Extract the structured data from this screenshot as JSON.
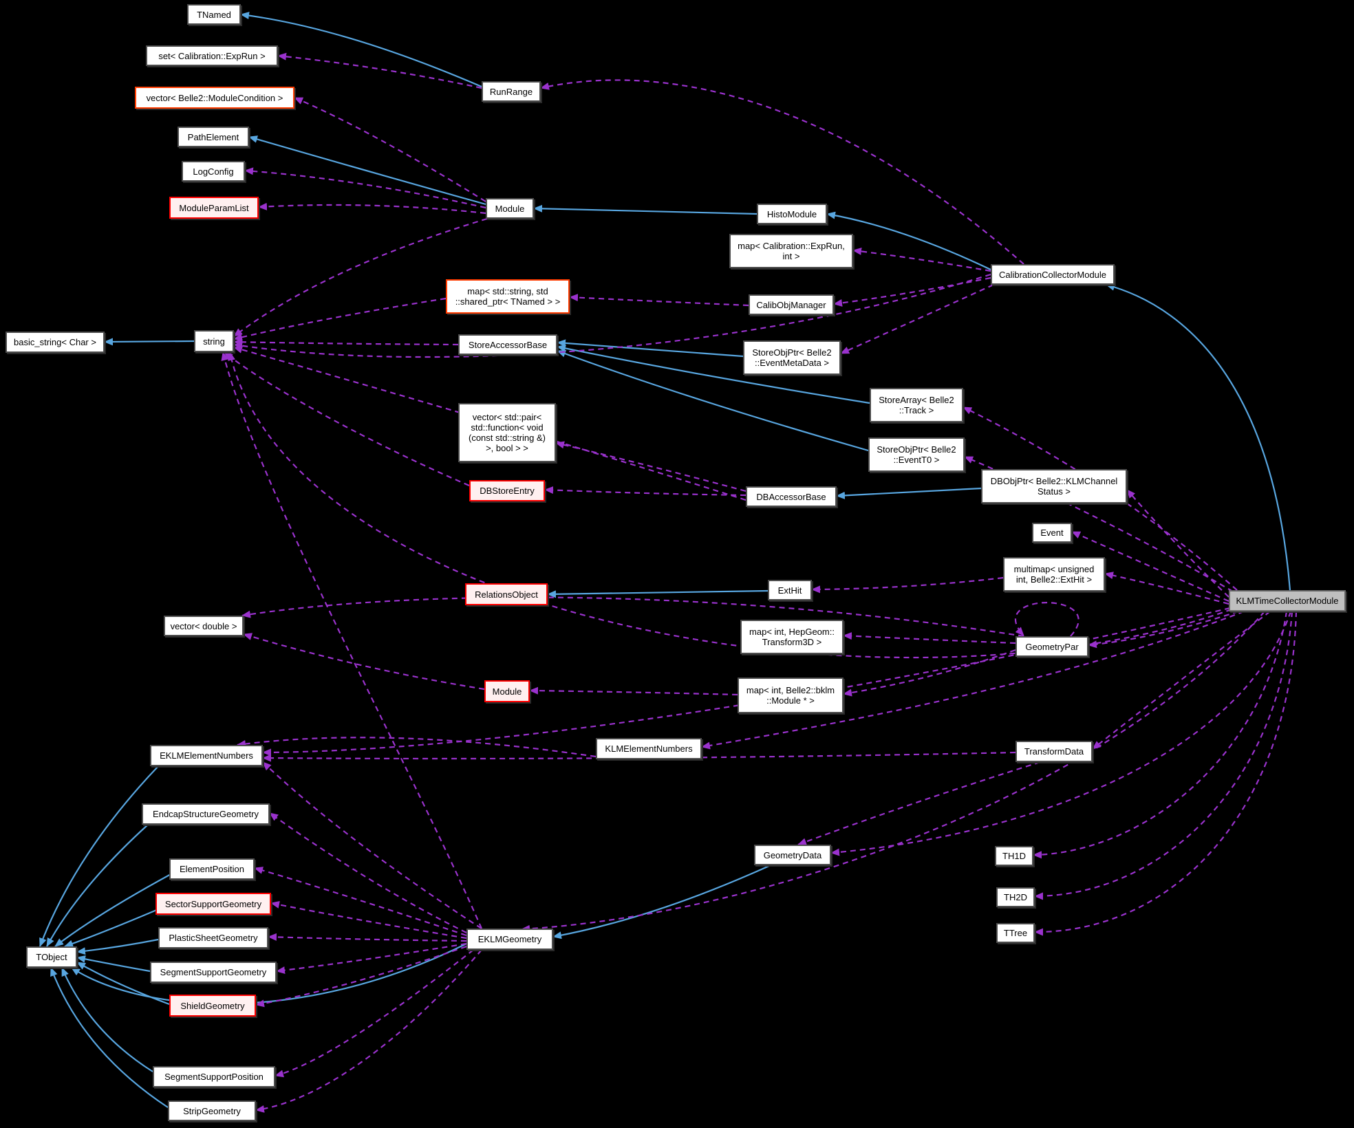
{
  "diagram": {
    "type": "collaboration-graph",
    "colors": {
      "background": "#000000",
      "inheritance_edge": "#58a6e0",
      "usage_edge": "#9a32cd",
      "node_fill": "#ffffff",
      "node_border": "#4d4d4d",
      "highlight_fill": "#bfbfbf",
      "red_border": "#ff0000",
      "red_fill": "#fff0f0",
      "orange_border": "#ff3c00"
    },
    "nodes": [
      {
        "id": "tnamed",
        "label": "TNamed",
        "style": "normal"
      },
      {
        "id": "setExpRun",
        "label": "set< Calibration::ExpRun >",
        "style": "normal"
      },
      {
        "id": "vecModCond",
        "label": "vector< Belle2::ModuleCondition >",
        "style": "orange"
      },
      {
        "id": "pathElement",
        "label": "PathElement",
        "style": "normal"
      },
      {
        "id": "logConfig",
        "label": "LogConfig",
        "style": "normal"
      },
      {
        "id": "moduleParamList",
        "label": "ModuleParamList",
        "style": "red"
      },
      {
        "id": "runRange",
        "label": "RunRange",
        "style": "normal"
      },
      {
        "id": "module",
        "label": "Module",
        "style": "normal"
      },
      {
        "id": "histoModule",
        "label": "HistoModule",
        "style": "normal"
      },
      {
        "id": "calibCollector",
        "label": "CalibrationCollectorModule",
        "style": "normal"
      },
      {
        "id": "mapExpRunInt",
        "label": "map< Calibration::ExpRun,\nint >",
        "style": "normal"
      },
      {
        "id": "calibObjManager",
        "label": "CalibObjManager",
        "style": "normal"
      },
      {
        "id": "mapStringShared",
        "label": "map< std::string, std\n::shared_ptr< TNamed > >",
        "style": "orange"
      },
      {
        "id": "storeAccessorBase",
        "label": "StoreAccessorBase",
        "style": "normal"
      },
      {
        "id": "storeObjPtrEMD",
        "label": "StoreObjPtr< Belle2\n::EventMetaData >",
        "style": "normal"
      },
      {
        "id": "storeArrayTrack",
        "label": "StoreArray< Belle2\n::Track >",
        "style": "normal"
      },
      {
        "id": "storeObjPtrET0",
        "label": "StoreObjPtr< Belle2\n::EventT0 >",
        "style": "normal"
      },
      {
        "id": "basicString",
        "label": "basic_string< Char >",
        "style": "normal"
      },
      {
        "id": "string",
        "label": "string",
        "style": "normal"
      },
      {
        "id": "vecPairFunc",
        "label": "vector< std::pair<\nstd::function< void\n(const std::string &)\n>, bool > >",
        "style": "normal"
      },
      {
        "id": "dbStoreEntry",
        "label": "DBStoreEntry",
        "style": "red"
      },
      {
        "id": "dbAccessorBase",
        "label": "DBAccessorBase",
        "style": "normal"
      },
      {
        "id": "dbObjPtrKLM",
        "label": "DBObjPtr< Belle2::KLMChannel\nStatus >",
        "style": "normal"
      },
      {
        "id": "event",
        "label": "Event",
        "style": "normal"
      },
      {
        "id": "relationsObject",
        "label": "RelationsObject",
        "style": "red"
      },
      {
        "id": "extHit",
        "label": "ExtHit",
        "style": "normal"
      },
      {
        "id": "multimapExtHit",
        "label": "multimap< unsigned\nint, Belle2::ExtHit >",
        "style": "normal"
      },
      {
        "id": "klmTimeCollector",
        "label": "KLMTimeCollectorModule",
        "style": "highlight"
      },
      {
        "id": "geometryPar",
        "label": "GeometryPar",
        "style": "normal"
      },
      {
        "id": "vecDouble",
        "label": "vector< double >",
        "style": "normal"
      },
      {
        "id": "bklmModule",
        "label": "Module",
        "style": "red"
      },
      {
        "id": "mapHepGeom",
        "label": "map< int, HepGeom::\nTransform3D >",
        "style": "normal"
      },
      {
        "id": "mapBklmModule",
        "label": "map< int, Belle2::bklm\n::Module * >",
        "style": "normal"
      },
      {
        "id": "klmElementNumbers",
        "label": "KLMElementNumbers",
        "style": "normal"
      },
      {
        "id": "eklmElementNumbers",
        "label": "EKLMElementNumbers",
        "style": "normal"
      },
      {
        "id": "transformData",
        "label": "TransformData",
        "style": "normal"
      },
      {
        "id": "endcapStructure",
        "label": "EndcapStructureGeometry",
        "style": "normal"
      },
      {
        "id": "elementPosition",
        "label": "ElementPosition",
        "style": "normal"
      },
      {
        "id": "sectorSupport",
        "label": "SectorSupportGeometry",
        "style": "red"
      },
      {
        "id": "plasticSheet",
        "label": "PlasticSheetGeometry",
        "style": "normal"
      },
      {
        "id": "segmentSupportGeom",
        "label": "SegmentSupportGeometry",
        "style": "normal"
      },
      {
        "id": "shieldGeometry",
        "label": "ShieldGeometry",
        "style": "red"
      },
      {
        "id": "tobject",
        "label": "TObject",
        "style": "normal"
      },
      {
        "id": "segmentSupportPos",
        "label": "SegmentSupportPosition",
        "style": "normal"
      },
      {
        "id": "stripGeometry",
        "label": "StripGeometry",
        "style": "normal"
      },
      {
        "id": "eklmGeometry",
        "label": "EKLMGeometry",
        "style": "normal"
      },
      {
        "id": "geometryData",
        "label": "GeometryData",
        "style": "normal"
      },
      {
        "id": "th1d",
        "label": "TH1D",
        "style": "normal"
      },
      {
        "id": "th2d",
        "label": "TH2D",
        "style": "normal"
      },
      {
        "id": "ttree",
        "label": "TTree",
        "style": "normal"
      }
    ],
    "edges": [
      {
        "from": "runRange",
        "to": "tnamed",
        "rel": "inherit"
      },
      {
        "from": "module",
        "to": "pathElement",
        "rel": "inherit"
      },
      {
        "from": "histoModule",
        "to": "module",
        "rel": "inherit"
      },
      {
        "from": "calibCollector",
        "to": "histoModule",
        "rel": "inherit"
      },
      {
        "from": "klmTimeCollector",
        "to": "calibCollector",
        "rel": "inherit"
      },
      {
        "from": "string",
        "to": "basicString",
        "rel": "inherit"
      },
      {
        "from": "storeObjPtrEMD",
        "to": "storeAccessorBase",
        "rel": "inherit"
      },
      {
        "from": "storeArrayTrack",
        "to": "storeAccessorBase",
        "rel": "inherit"
      },
      {
        "from": "storeObjPtrET0",
        "to": "storeAccessorBase",
        "rel": "inherit"
      },
      {
        "from": "dbObjPtrKLM",
        "to": "dbAccessorBase",
        "rel": "inherit"
      },
      {
        "from": "extHit",
        "to": "relationsObject",
        "rel": "inherit"
      },
      {
        "from": "geometryData",
        "to": "eklmGeometry",
        "rel": "inherit"
      },
      {
        "from": "eklmElementNumbers",
        "to": "tobject",
        "rel": "inherit"
      },
      {
        "from": "endcapStructure",
        "to": "tobject",
        "rel": "inherit"
      },
      {
        "from": "elementPosition",
        "to": "tobject",
        "rel": "inherit"
      },
      {
        "from": "sectorSupport",
        "to": "tobject",
        "rel": "inherit"
      },
      {
        "from": "plasticSheet",
        "to": "tobject",
        "rel": "inherit"
      },
      {
        "from": "segmentSupportGeom",
        "to": "tobject",
        "rel": "inherit"
      },
      {
        "from": "shieldGeometry",
        "to": "tobject",
        "rel": "inherit"
      },
      {
        "from": "segmentSupportPos",
        "to": "tobject",
        "rel": "inherit"
      },
      {
        "from": "stripGeometry",
        "to": "tobject",
        "rel": "inherit"
      },
      {
        "from": "eklmGeometry",
        "to": "tobject",
        "rel": "inherit"
      },
      {
        "from": "runRange",
        "to": "setExpRun",
        "rel": "use"
      },
      {
        "from": "module",
        "to": "vecModCond",
        "rel": "use"
      },
      {
        "from": "calibCollector",
        "to": "runRange",
        "rel": "use"
      },
      {
        "from": "module",
        "to": "logConfig",
        "rel": "use"
      },
      {
        "from": "module",
        "to": "moduleParamList",
        "rel": "use"
      },
      {
        "from": "module",
        "to": "string",
        "rel": "use"
      },
      {
        "from": "mapStringShared",
        "to": "string",
        "rel": "use"
      },
      {
        "from": "storeAccessorBase",
        "to": "string",
        "rel": "use"
      },
      {
        "from": "calibObjManager",
        "to": "mapStringShared",
        "rel": "use"
      },
      {
        "from": "calibCollector",
        "to": "mapExpRunInt",
        "rel": "use"
      },
      {
        "from": "calibCollector",
        "to": "calibObjManager",
        "rel": "use"
      },
      {
        "from": "calibCollector",
        "to": "storeObjPtrEMD",
        "rel": "use"
      },
      {
        "from": "calibCollector",
        "to": "string",
        "rel": "use"
      },
      {
        "from": "klmTimeCollector",
        "to": "storeArrayTrack",
        "rel": "use"
      },
      {
        "from": "klmTimeCollector",
        "to": "storeObjPtrET0",
        "rel": "use"
      },
      {
        "from": "klmTimeCollector",
        "to": "dbObjPtrKLM",
        "rel": "use"
      },
      {
        "from": "klmTimeCollector",
        "to": "event",
        "rel": "use"
      },
      {
        "from": "klmTimeCollector",
        "to": "multimapExtHit",
        "rel": "use"
      },
      {
        "from": "multimapExtHit",
        "to": "extHit",
        "rel": "use"
      },
      {
        "from": "klmTimeCollector",
        "to": "geometryPar",
        "rel": "use"
      },
      {
        "from": "geometryPar",
        "to": "geometryPar",
        "rel": "use"
      },
      {
        "from": "geometryPar",
        "to": "mapHepGeom",
        "rel": "use"
      },
      {
        "from": "geometryPar",
        "to": "mapBklmModule",
        "rel": "use"
      },
      {
        "from": "geometryPar",
        "to": "vecDouble",
        "rel": "use"
      },
      {
        "from": "bklmModule",
        "to": "vecDouble",
        "rel": "use"
      },
      {
        "from": "mapBklmModule",
        "to": "bklmModule",
        "rel": "use"
      },
      {
        "from": "klmTimeCollector",
        "to": "klmElementNumbers",
        "rel": "use"
      },
      {
        "from": "klmTimeCollector",
        "to": "eklmElementNumbers",
        "rel": "use"
      },
      {
        "from": "transformData",
        "to": "eklmElementNumbers",
        "rel": "use"
      },
      {
        "from": "klmElementNumbers",
        "to": "eklmElementNumbers",
        "rel": "use"
      },
      {
        "from": "eklmGeometry",
        "to": "eklmElementNumbers",
        "rel": "use"
      },
      {
        "from": "klmTimeCollector",
        "to": "transformData",
        "rel": "use"
      },
      {
        "from": "transformData",
        "to": "geometryData",
        "rel": "use"
      },
      {
        "from": "klmTimeCollector",
        "to": "geometryData",
        "rel": "use"
      },
      {
        "from": "klmTimeCollector",
        "to": "eklmGeometry",
        "rel": "use"
      },
      {
        "from": "klmTimeCollector",
        "to": "th1d",
        "rel": "use"
      },
      {
        "from": "klmTimeCollector",
        "to": "th2d",
        "rel": "use"
      },
      {
        "from": "klmTimeCollector",
        "to": "ttree",
        "rel": "use"
      },
      {
        "from": "klmTimeCollector",
        "to": "string",
        "rel": "use"
      },
      {
        "from": "dbAccessorBase",
        "to": "dbStoreEntry",
        "rel": "use"
      },
      {
        "from": "dbAccessorBase",
        "to": "vecPairFunc",
        "rel": "use"
      },
      {
        "from": "dbAccessorBase",
        "to": "string",
        "rel": "use"
      },
      {
        "from": "dbStoreEntry",
        "to": "string",
        "rel": "use"
      },
      {
        "from": "eklmGeometry",
        "to": "endcapStructure",
        "rel": "use"
      },
      {
        "from": "eklmGeometry",
        "to": "elementPosition",
        "rel": "use"
      },
      {
        "from": "eklmGeometry",
        "to": "sectorSupport",
        "rel": "use"
      },
      {
        "from": "eklmGeometry",
        "to": "plasticSheet",
        "rel": "use"
      },
      {
        "from": "eklmGeometry",
        "to": "segmentSupportGeom",
        "rel": "use"
      },
      {
        "from": "eklmGeometry",
        "to": "shieldGeometry",
        "rel": "use"
      },
      {
        "from": "eklmGeometry",
        "to": "segmentSupportPos",
        "rel": "use"
      },
      {
        "from": "eklmGeometry",
        "to": "stripGeometry",
        "rel": "use"
      },
      {
        "from": "eklmGeometry",
        "to": "string",
        "rel": "use"
      }
    ]
  }
}
